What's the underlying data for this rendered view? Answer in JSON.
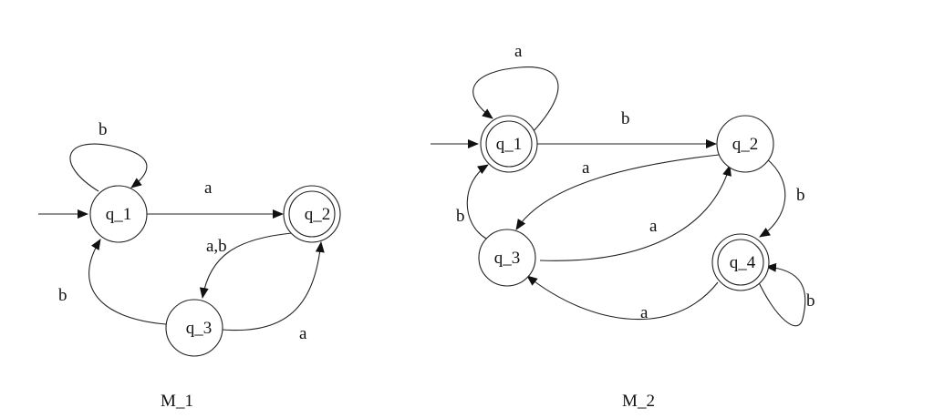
{
  "diagrams": [
    {
      "caption": "M_1",
      "states": [
        {
          "id": "q1",
          "label": "q_1"
        },
        {
          "id": "q2",
          "label": "q_2"
        },
        {
          "id": "q3",
          "label": "q_3"
        }
      ],
      "transitions": [
        {
          "id": "t-loop-q1",
          "label": "b"
        },
        {
          "id": "t-q1-q2",
          "label": "a"
        },
        {
          "id": "t-q2-q3",
          "label": "a,b"
        },
        {
          "id": "t-q3-q1",
          "label": "b"
        },
        {
          "id": "t-q3-q2",
          "label": "a"
        }
      ]
    },
    {
      "caption": "M_2",
      "states": [
        {
          "id": "q1",
          "label": "q_1"
        },
        {
          "id": "q2",
          "label": "q_2"
        },
        {
          "id": "q3",
          "label": "q_3"
        },
        {
          "id": "q4",
          "label": "q_4"
        }
      ],
      "transitions": [
        {
          "id": "t-loop-q1",
          "label": "a"
        },
        {
          "id": "t-q1-q2",
          "label": "b"
        },
        {
          "id": "t-q2-q3",
          "label": "a"
        },
        {
          "id": "t-q3-q2",
          "label": "a"
        },
        {
          "id": "t-q3-q1",
          "label": "b"
        },
        {
          "id": "t-q2-q4",
          "label": "b"
        },
        {
          "id": "t-q4-q3",
          "label": "a"
        },
        {
          "id": "t-loop-q4",
          "label": "b"
        }
      ]
    }
  ]
}
